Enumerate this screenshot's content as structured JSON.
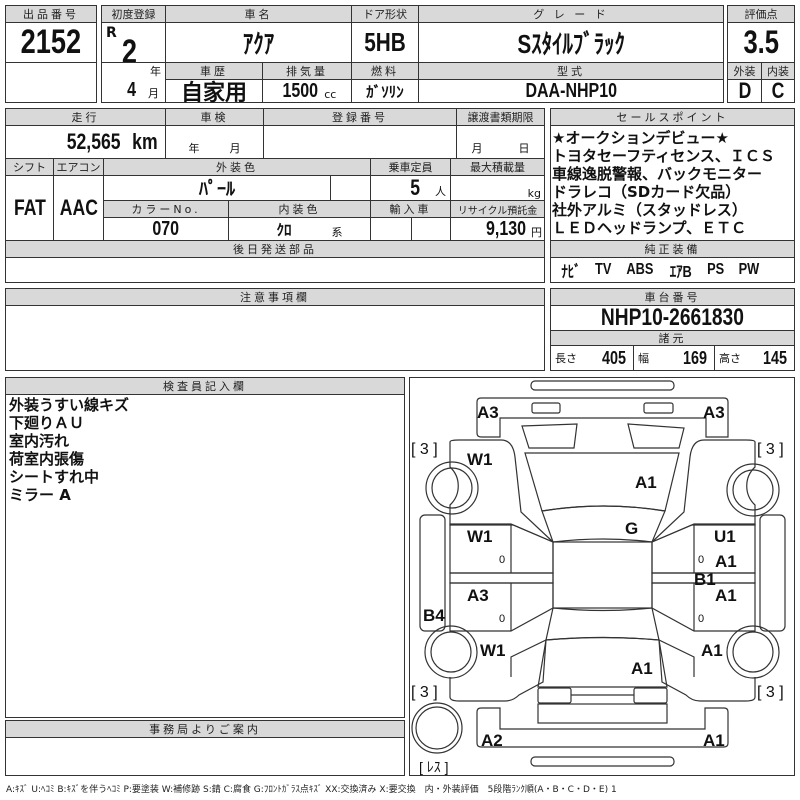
{
  "lot": {
    "label": "出品番号",
    "value": "2152"
  },
  "first_reg": {
    "label": "初度登録",
    "era": "R",
    "year": "2",
    "year_unit": "年",
    "month": "4",
    "month_unit": "月"
  },
  "car_name": {
    "label": "車名",
    "value": "ｱｸｱ"
  },
  "door": {
    "label": "ドア形状",
    "value": "5HB"
  },
  "grade": {
    "label": "グ レ ー ド",
    "value": "Sｽﾀｲﾙﾌﾞﾗｯｸ"
  },
  "history": {
    "label": "車歴",
    "value": "自家用"
  },
  "displacement": {
    "label": "排気量",
    "value": "1500",
    "unit": "cc"
  },
  "fuel": {
    "label": "燃料",
    "value": "ｶﾞｿﾘﾝ"
  },
  "model": {
    "label": "型式",
    "value": "DAA-NHP10"
  },
  "score": {
    "label": "評価点",
    "value": "3.5",
    "exterior_label": "外装",
    "interior_label": "内装",
    "exterior": "D",
    "interior": "C"
  },
  "mileage": {
    "label": "走行",
    "value": "52,565",
    "unit": "km"
  },
  "inspection": {
    "label": "車検",
    "year_unit": "年",
    "month_unit": "月"
  },
  "registration": {
    "label": "登録番号"
  },
  "transfer": {
    "label": "譲渡書類期限",
    "month_unit": "月",
    "day_unit": "日"
  },
  "shift": {
    "label": "シフト",
    "value": "FAT"
  },
  "ac": {
    "label": "エアコン",
    "value": "AAC"
  },
  "ext_color": {
    "label": "外装色",
    "value": "ﾊﾟｰﾙ"
  },
  "capacity": {
    "label": "乗車定員",
    "value": "5",
    "unit": "人"
  },
  "max_load": {
    "label": "最大積載量",
    "unit": "kg"
  },
  "color_no": {
    "label": "カラーNo.",
    "value": "070"
  },
  "int_color": {
    "label": "内装色",
    "value": "ｸﾛ",
    "unit": "系"
  },
  "import": {
    "label": "輸入車"
  },
  "recycle": {
    "label": "リサイクル預託金",
    "value": "9,130",
    "unit": "円"
  },
  "later_parts": {
    "label": "後日発送部品"
  },
  "sales_points": {
    "label": "セールスポイント",
    "lines": [
      "★オークションデビュー★",
      "トヨタセーフティセンス、ＩＣＳ",
      "車線逸脱警報、バックモニター",
      "ドラレコ（SDカード欠品）",
      "社外アルミ（スタッドレス）",
      "ＬＥＤヘッドランプ、ＥＴＣ"
    ]
  },
  "equipment": {
    "label": "純正装備",
    "items": [
      "ﾅﾋﾞ",
      "TV",
      "ABS",
      "ｴｱB",
      "PS",
      "PW"
    ]
  },
  "notes": {
    "label": "注意事項欄"
  },
  "chassis": {
    "label": "車台番号",
    "value": "NHP10-2661830"
  },
  "specs": {
    "label": "諸元",
    "length_label": "長さ",
    "length": "405",
    "width_label": "幅",
    "width": "169",
    "height_label": "高さ",
    "height": "145"
  },
  "inspector": {
    "label": "検査員記入欄",
    "lines": [
      "外装うすい線キズ",
      "下廻りＡＵ",
      "室内汚れ",
      "荷室内張傷",
      "シートすれ中",
      "ミラー A"
    ]
  },
  "office": {
    "label": "事務局よりご案内"
  },
  "diagram": {
    "marks": {
      "front_bumper_left": "A3",
      "front_bumper_right": "A3",
      "left_front_fender": "W1",
      "hood": "A1",
      "windshield": "G",
      "left_front_door": "W1",
      "right_front_door_1": "U1",
      "right_front_door_2": "A1",
      "right_rocker": "B1",
      "left_rear_door": "A3",
      "right_rear_door": "A1",
      "left_skirt": "B4",
      "left_rear_fender": "W1",
      "right_rear_fender": "A1",
      "trunk": "A1",
      "rear_bumper_left": "A2",
      "rear_bumper_right": "A1",
      "door_handle": "0"
    },
    "tires": {
      "front_left": "[ 3 ]",
      "front_right": "[ 3 ]",
      "rear_left": "[ 3 ]",
      "rear_right": "[ 3 ]"
    },
    "spare": "[ ﾚｽ ]"
  },
  "legend": "A:ｷｽﾞ U:ﾍｺﾐ B:ｷｽﾞを伴うﾍｺﾐ P:要塗装 W:補修跡 S:錆 C:腐食 G:ﾌﾛﾝﾄｶﾞﾗｽ点ｷｽﾞ XX:交換済み X:要交換　内・外装評価　5段階ﾗﾝｸ順(A・B・C・D・E) 1"
}
